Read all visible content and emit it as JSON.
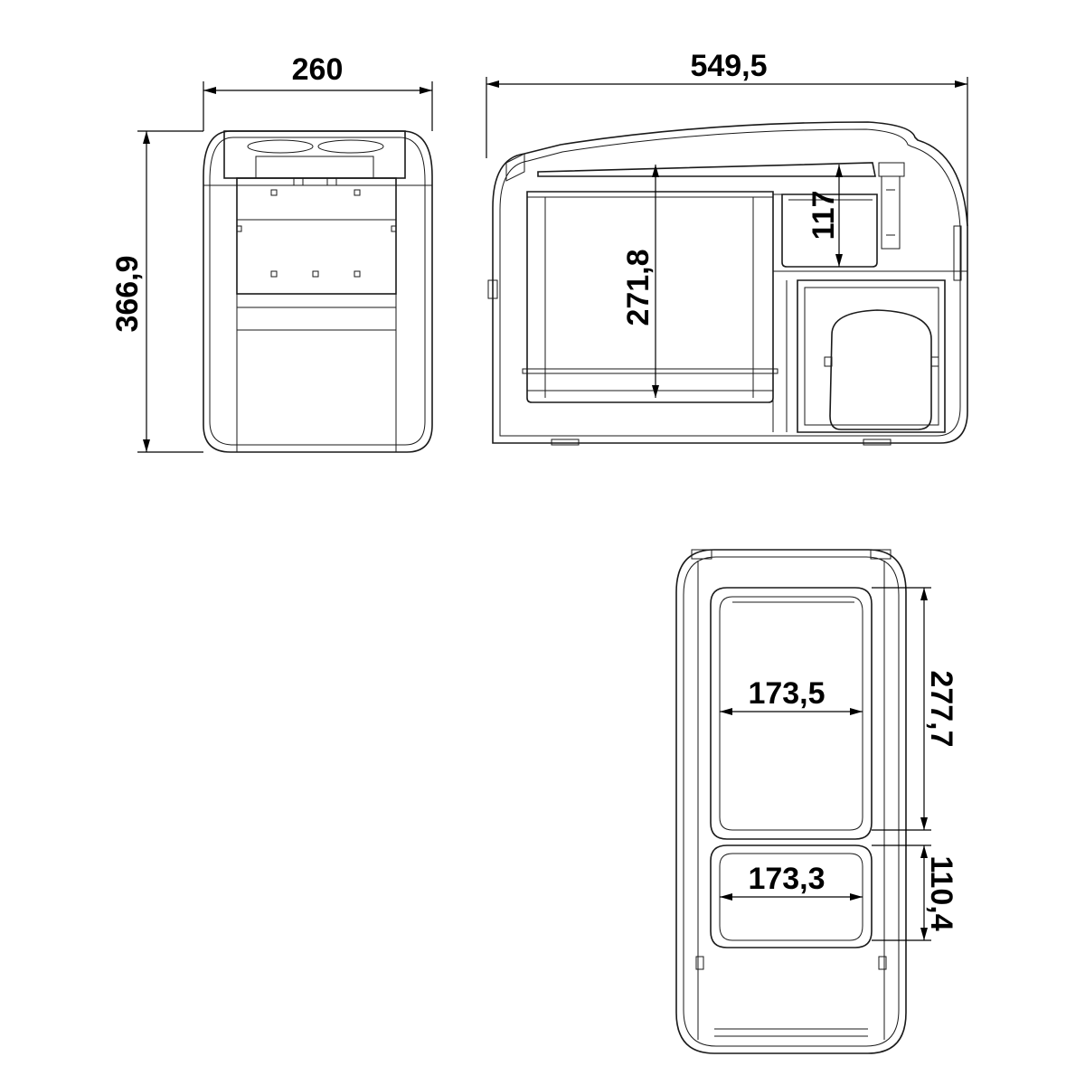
{
  "dimensions": {
    "front_width": "260",
    "front_height": "366,9",
    "side_length": "549,5",
    "inner_depth": "271,8",
    "small_depth": "117",
    "top_large_width": "173,5",
    "top_large_length": "277,7",
    "top_small_width": "173,3",
    "top_small_length": "110,4"
  }
}
